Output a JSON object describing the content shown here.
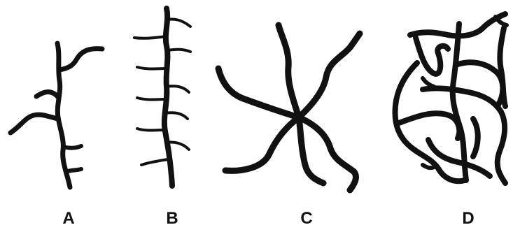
{
  "panels": [
    {
      "label": "A",
      "structure": "branched"
    },
    {
      "label": "B",
      "structure": "comb"
    },
    {
      "label": "C",
      "structure": "star"
    },
    {
      "label": "D",
      "structure": "network"
    }
  ],
  "colors": {
    "stroke": "#111111",
    "background": "#ffffff"
  }
}
